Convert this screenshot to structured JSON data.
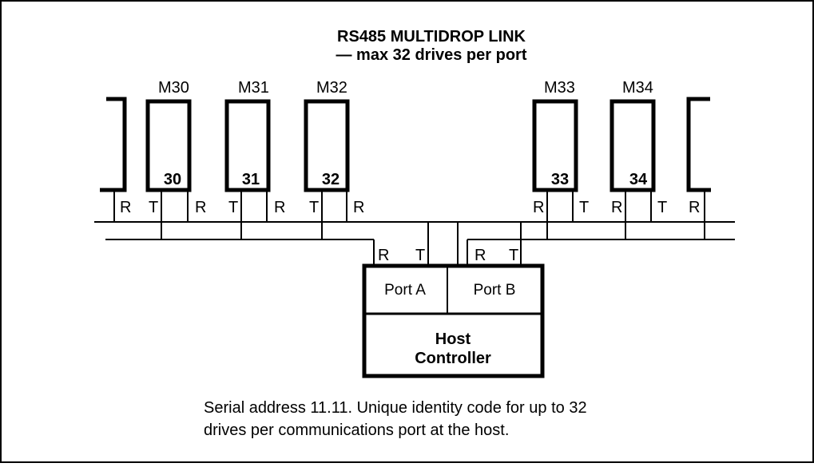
{
  "title": {
    "line1": "RS485 MULTIDROP LINK",
    "line2": "— max 32 drives per port"
  },
  "drives": [
    {
      "model": "M30",
      "address": "30"
    },
    {
      "model": "M31",
      "address": "31"
    },
    {
      "model": "M32",
      "address": "32"
    },
    {
      "model": "M33",
      "address": "33"
    },
    {
      "model": "M34",
      "address": "34"
    }
  ],
  "line_labels": {
    "receive": "R",
    "transmit": "T"
  },
  "host": {
    "port_a": "Port A",
    "port_b": "Port B",
    "name_line1": "Host",
    "name_line2": "Controller"
  },
  "caption": {
    "line1": "Serial address 11.11.  Unique identity code for up to 32",
    "line2": "drives per communications port at the host."
  }
}
